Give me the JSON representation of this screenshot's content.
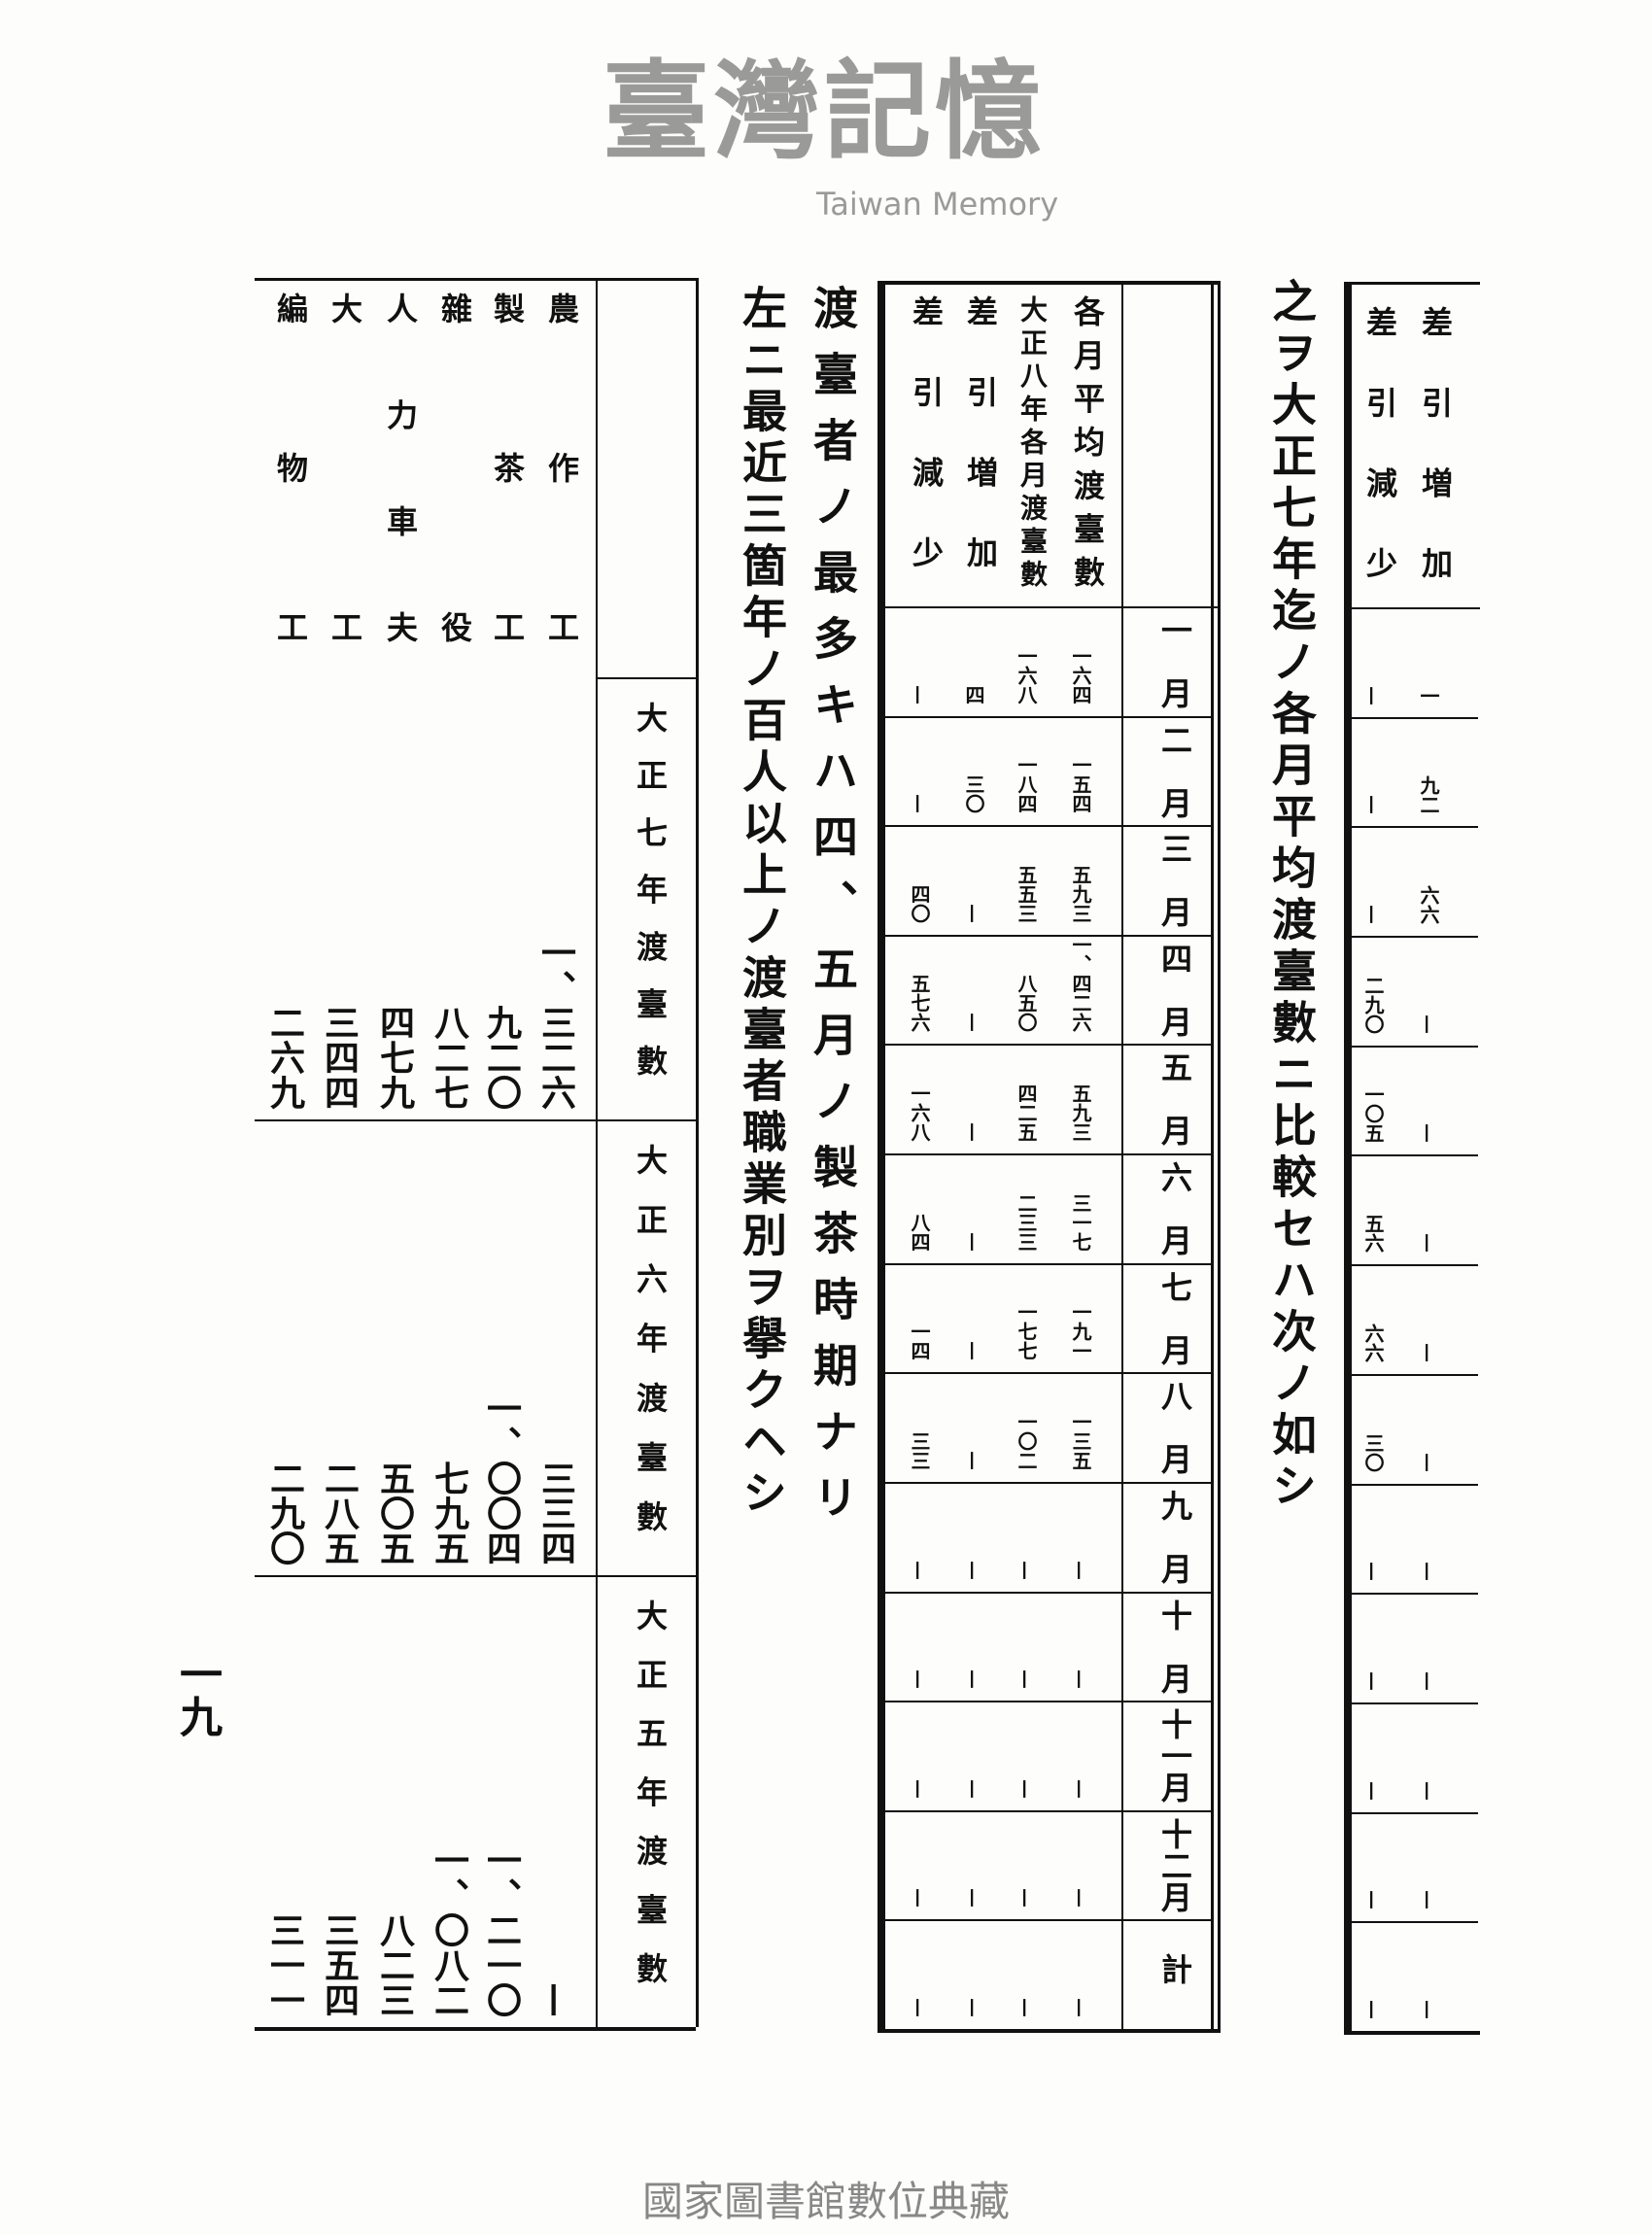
{
  "text_lines": {
    "line1": "之ヲ大正七年迄ノ各月平均渡臺數ニ比較セハ次ノ如シ",
    "line2": "渡臺者ノ最多キハ四、五月ノ製茶時期ナリ",
    "line3": "左ニ最近三箇年ノ百人以上ノ渡臺者職業別ヲ擧クヘシ"
  },
  "prev_table": {
    "headers": [
      "差引増加",
      "差引減少"
    ],
    "rows": [
      [
        "一",
        "—"
      ],
      [
        "九二",
        "—"
      ],
      [
        "六六",
        "—"
      ],
      [
        "—",
        "二九〇"
      ],
      [
        "—",
        "一〇五"
      ],
      [
        "—",
        "五六"
      ],
      [
        "—",
        "六六"
      ],
      [
        "—",
        "三〇"
      ],
      [
        "—",
        "—"
      ],
      [
        "—",
        "—"
      ],
      [
        "—",
        "—"
      ],
      [
        "—",
        "—"
      ],
      [
        "—",
        "—"
      ]
    ]
  },
  "monthly_table": {
    "headers": [
      "各月平均渡臺數",
      "大正八年各月渡臺數",
      "差引増加",
      "差引減少"
    ],
    "months": [
      "一月",
      "二月",
      "三月",
      "四月",
      "五月",
      "六月",
      "七月",
      "八月",
      "九月",
      "十月",
      "十一月",
      "十二月",
      "計"
    ],
    "rows": [
      [
        "一六四",
        "一六八",
        "四",
        "—"
      ],
      [
        "一五四",
        "一八四",
        "三〇",
        "—"
      ],
      [
        "五九三",
        "五五三",
        "—",
        "四〇"
      ],
      [
        "一、四二六",
        "八五〇",
        "—",
        "五七六"
      ],
      [
        "五九三",
        "四二五",
        "—",
        "一六八"
      ],
      [
        "三一七",
        "二三三",
        "—",
        "八四"
      ],
      [
        "一九一",
        "一七七",
        "—",
        "一四"
      ],
      [
        "一三五",
        "一〇二",
        "—",
        "三三"
      ],
      [
        "—",
        "—",
        "—",
        "—"
      ],
      [
        "—",
        "—",
        "—",
        "—"
      ],
      [
        "—",
        "—",
        "—",
        "—"
      ],
      [
        "—",
        "—",
        "—",
        "—"
      ],
      [
        "—",
        "—",
        "—",
        "—"
      ]
    ]
  },
  "occupation_table": {
    "occupations": [
      "農作工",
      "製茶工",
      "雜役",
      "人力車夫",
      "大工",
      "編物工"
    ],
    "years": [
      {
        "label": "大正七年渡臺數",
        "values": [
          "一、三二六",
          "九二〇",
          "八二七",
          "四七九",
          "三四四",
          "二六九"
        ]
      },
      {
        "label": "大正六年渡臺數",
        "values": [
          "三三四",
          "一、〇〇四",
          "七九五",
          "五〇五",
          "二八五",
          "二九〇"
        ]
      },
      {
        "label": "大正五年渡臺數",
        "values": [
          "—",
          "一、二一〇",
          "一、〇八二",
          "八二三",
          "三五四",
          "三一一"
        ]
      }
    ]
  },
  "page_number": "一九",
  "watermark": {
    "cn": "臺灣記憶",
    "en": "Taiwan Memory"
  },
  "footer": "國家圖書館數位典藏"
}
